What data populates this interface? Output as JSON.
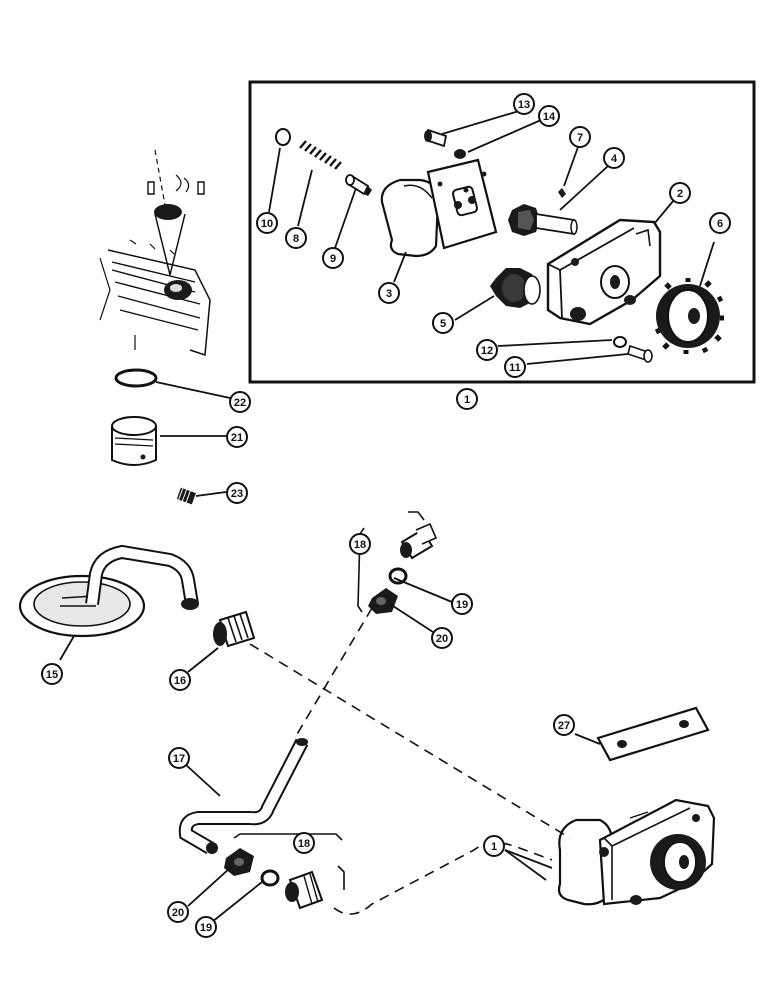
{
  "callouts": {
    "c1_box": "1",
    "c1_pump": "1",
    "c2": "2",
    "c3": "3",
    "c4": "4",
    "c5": "5",
    "c6": "6",
    "c7": "7",
    "c8": "8",
    "c9": "9",
    "c10": "10",
    "c11": "11",
    "c12": "12",
    "c13": "13",
    "c14": "14",
    "c15": "15",
    "c16": "16",
    "c17": "17",
    "c18_top": "18",
    "c18_bottom": "18",
    "c19_top": "19",
    "c19_bottom": "19",
    "c20_top": "20",
    "c20_bottom": "20",
    "c21": "21",
    "c22": "22",
    "c23": "23",
    "c27": "27"
  }
}
